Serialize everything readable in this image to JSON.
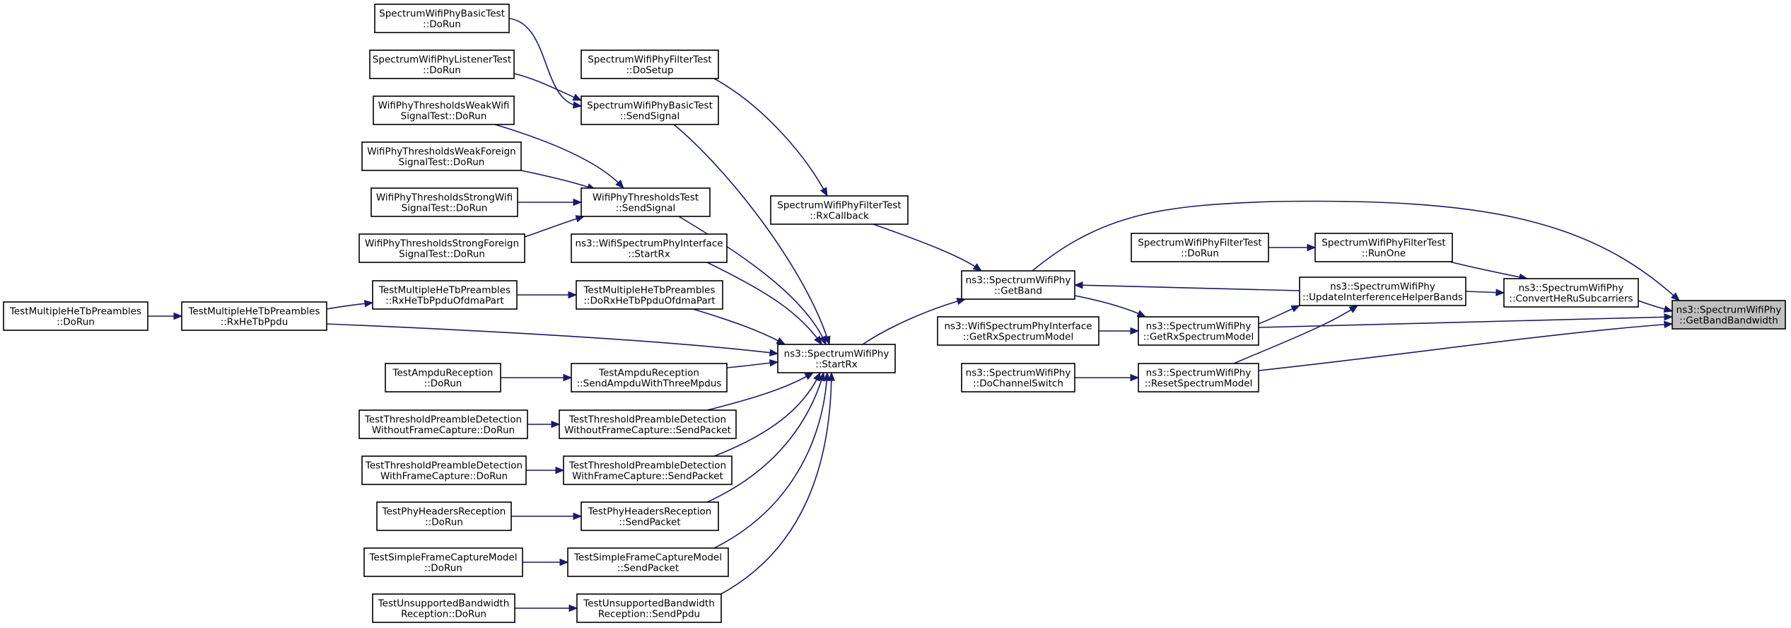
{
  "graph": {
    "title": "",
    "nodes": [
      {
        "id": "basic_dorun",
        "lines": [
          "SpectrumWifiPhyBasicTest",
          "::DoRun"
        ]
      },
      {
        "id": "listener_dorun",
        "lines": [
          "SpectrumWifiPhyListenerTest",
          "::DoRun"
        ]
      },
      {
        "id": "filter_dosetup",
        "lines": [
          "SpectrumWifiPhyFilterTest",
          "::DoSetup"
        ]
      },
      {
        "id": "basic_sendsignal",
        "lines": [
          "SpectrumWifiPhyBasicTest",
          "::SendSignal"
        ]
      },
      {
        "id": "weakwifi_dorun",
        "lines": [
          "WifiPhyThresholdsWeakWifi",
          "SignalTest::DoRun"
        ]
      },
      {
        "id": "weakforeign_dorun",
        "lines": [
          "WifiPhyThresholdsWeakForeign",
          "SignalTest::DoRun"
        ]
      },
      {
        "id": "thresholds_sendsignal",
        "lines": [
          "WifiPhyThresholdsTest",
          "::SendSignal"
        ]
      },
      {
        "id": "strongwifi_dorun",
        "lines": [
          "WifiPhyThresholdsStrongWifi",
          "SignalTest::DoRun"
        ]
      },
      {
        "id": "strongforeign_dorun",
        "lines": [
          "WifiPhyThresholdsStrongForeign",
          "SignalTest::DoRun"
        ]
      },
      {
        "id": "wsi_startrx",
        "lines": [
          "ns3::WifiSpectrumPhyInterface",
          "::StartRx"
        ]
      },
      {
        "id": "filter_rxcallback",
        "lines": [
          "SpectrumWifiPhyFilterTest",
          "::RxCallback"
        ]
      },
      {
        "id": "filter_dorun",
        "lines": [
          "SpectrumWifiPhyFilterTest",
          "::DoRun"
        ]
      },
      {
        "id": "filter_runone",
        "lines": [
          "SpectrumWifiPhyFilterTest",
          "::RunOne"
        ]
      },
      {
        "id": "swp_getband",
        "lines": [
          "ns3::SpectrumWifiPhy",
          "::GetBand"
        ]
      },
      {
        "id": "swp_updateinterference",
        "lines": [
          "ns3::SpectrumWifiPhy",
          "::UpdateInterferenceHelperBands"
        ]
      },
      {
        "id": "swp_convertheru",
        "lines": [
          "ns3::SpectrumWifiPhy",
          "::ConvertHeRuSubcarriers"
        ]
      },
      {
        "id": "swp_getbandbandwidth",
        "lines": [
          "ns3::SpectrumWifiPhy",
          "::GetBandBandwidth"
        ],
        "highlight": true
      },
      {
        "id": "mhe_dorun",
        "lines": [
          "TestMultipleHeTbPreambles",
          "::DoRun"
        ]
      },
      {
        "id": "mhe_rxhetbppdu",
        "lines": [
          "TestMultipleHeTbPreambles",
          "::RxHeTbPpdu"
        ]
      },
      {
        "id": "mhe_rxofdma",
        "lines": [
          "TestMultipleHeTbPreambles",
          "::RxHeTbPpduOfdmaPart"
        ]
      },
      {
        "id": "mhe_dorxofdma",
        "lines": [
          "TestMultipleHeTbPreambles",
          "::DoRxHeTbPpduOfdmaPart"
        ]
      },
      {
        "id": "wsi_getrxspectrummodel",
        "lines": [
          "ns3::WifiSpectrumPhyInterface",
          "::GetRxSpectrumModel"
        ]
      },
      {
        "id": "swp_getrxspectrummodel",
        "lines": [
          "ns3::SpectrumWifiPhy",
          "::GetRxSpectrumModel"
        ]
      },
      {
        "id": "swp_startrx",
        "lines": [
          "ns3::SpectrumWifiPhy",
          "::StartRx"
        ]
      },
      {
        "id": "ampdu_dorun",
        "lines": [
          "TestAmpduReception",
          "::DoRun"
        ]
      },
      {
        "id": "ampdu_send",
        "lines": [
          "TestAmpduReception",
          "::SendAmpduWithThreeMpdus"
        ]
      },
      {
        "id": "swp_dochannelswitch",
        "lines": [
          "ns3::SpectrumWifiPhy",
          "::DoChannelSwitch"
        ]
      },
      {
        "id": "swp_resetspectrummodel",
        "lines": [
          "ns3::SpectrumWifiPhy",
          "::ResetSpectrumModel"
        ]
      },
      {
        "id": "tpd_wo_dorun",
        "lines": [
          "TestThresholdPreambleDetection",
          "WithoutFrameCapture::DoRun"
        ]
      },
      {
        "id": "tpd_wo_send",
        "lines": [
          "TestThresholdPreambleDetection",
          "WithoutFrameCapture::SendPacket"
        ]
      },
      {
        "id": "tpd_w_dorun",
        "lines": [
          "TestThresholdPreambleDetection",
          "WithFrameCapture::DoRun"
        ]
      },
      {
        "id": "tpd_w_send",
        "lines": [
          "TestThresholdPreambleDetection",
          "WithFrameCapture::SendPacket"
        ]
      },
      {
        "id": "phyhdr_dorun",
        "lines": [
          "TestPhyHeadersReception",
          "::DoRun"
        ]
      },
      {
        "id": "phyhdr_send",
        "lines": [
          "TestPhyHeadersReception",
          "::SendPacket"
        ]
      },
      {
        "id": "sfcm_dorun",
        "lines": [
          "TestSimpleFrameCaptureModel",
          "::DoRun"
        ]
      },
      {
        "id": "sfcm_send",
        "lines": [
          "TestSimpleFrameCaptureModel",
          "::SendPacket"
        ]
      },
      {
        "id": "unsup_dorun",
        "lines": [
          "TestUnsupportedBandwidth",
          "Reception::DoRun"
        ]
      },
      {
        "id": "unsup_send",
        "lines": [
          "TestUnsupportedBandwidth",
          "Reception::SendPpdu"
        ]
      }
    ],
    "edges": [
      {
        "from": "basic_dorun",
        "to": "basic_sendsignal"
      },
      {
        "from": "listener_dorun",
        "to": "basic_sendsignal"
      },
      {
        "from": "filter_dosetup",
        "to": "filter_rxcallback"
      },
      {
        "from": "basic_sendsignal",
        "to": "swp_startrx"
      },
      {
        "from": "weakwifi_dorun",
        "to": "thresholds_sendsignal"
      },
      {
        "from": "weakforeign_dorun",
        "to": "thresholds_sendsignal"
      },
      {
        "from": "strongwifi_dorun",
        "to": "thresholds_sendsignal"
      },
      {
        "from": "strongforeign_dorun",
        "to": "thresholds_sendsignal"
      },
      {
        "from": "thresholds_sendsignal",
        "to": "swp_startrx"
      },
      {
        "from": "wsi_startrx",
        "to": "swp_startrx"
      },
      {
        "from": "filter_rxcallback",
        "to": "swp_getband"
      },
      {
        "from": "filter_dorun",
        "to": "filter_runone"
      },
      {
        "from": "filter_runone",
        "to": "swp_convertheru"
      },
      {
        "from": "swp_getband",
        "to": "swp_getbandbandwidth"
      },
      {
        "from": "swp_updateinterference",
        "to": "swp_getband"
      },
      {
        "from": "swp_updateinterference",
        "to": "swp_convertheru"
      },
      {
        "from": "swp_convertheru",
        "to": "swp_getbandbandwidth"
      },
      {
        "from": "mhe_dorun",
        "to": "mhe_rxhetbppdu"
      },
      {
        "from": "mhe_rxhetbppdu",
        "to": "mhe_rxofdma"
      },
      {
        "from": "mhe_rxhetbppdu",
        "to": "swp_startrx"
      },
      {
        "from": "mhe_rxofdma",
        "to": "mhe_dorxofdma"
      },
      {
        "from": "mhe_dorxofdma",
        "to": "swp_startrx"
      },
      {
        "from": "wsi_getrxspectrummodel",
        "to": "swp_getrxspectrummodel"
      },
      {
        "from": "swp_getrxspectrummodel",
        "to": "swp_updateinterference"
      },
      {
        "from": "swp_getrxspectrummodel",
        "to": "swp_getbandbandwidth"
      },
      {
        "from": "swp_getband",
        "to": "swp_getrxspectrummodel"
      },
      {
        "from": "swp_startrx",
        "to": "swp_getband"
      },
      {
        "from": "ampdu_dorun",
        "to": "ampdu_send"
      },
      {
        "from": "ampdu_send",
        "to": "swp_startrx"
      },
      {
        "from": "swp_dochannelswitch",
        "to": "swp_resetspectrummodel"
      },
      {
        "from": "swp_resetspectrummodel",
        "to": "swp_updateinterference"
      },
      {
        "from": "swp_resetspectrummodel",
        "to": "swp_getbandbandwidth"
      },
      {
        "from": "tpd_wo_dorun",
        "to": "tpd_wo_send"
      },
      {
        "from": "tpd_wo_send",
        "to": "swp_startrx"
      },
      {
        "from": "tpd_w_dorun",
        "to": "tpd_w_send"
      },
      {
        "from": "tpd_w_send",
        "to": "swp_startrx"
      },
      {
        "from": "phyhdr_dorun",
        "to": "phyhdr_send"
      },
      {
        "from": "phyhdr_send",
        "to": "swp_startrx"
      },
      {
        "from": "sfcm_dorun",
        "to": "sfcm_send"
      },
      {
        "from": "sfcm_send",
        "to": "swp_startrx"
      },
      {
        "from": "unsup_dorun",
        "to": "unsup_send"
      },
      {
        "from": "unsup_send",
        "to": "swp_startrx"
      }
    ]
  },
  "colors": {
    "edge": "#191970",
    "node_border": "#000000",
    "node_fill": "#ffffff",
    "highlight_fill": "#bfbfbf"
  }
}
